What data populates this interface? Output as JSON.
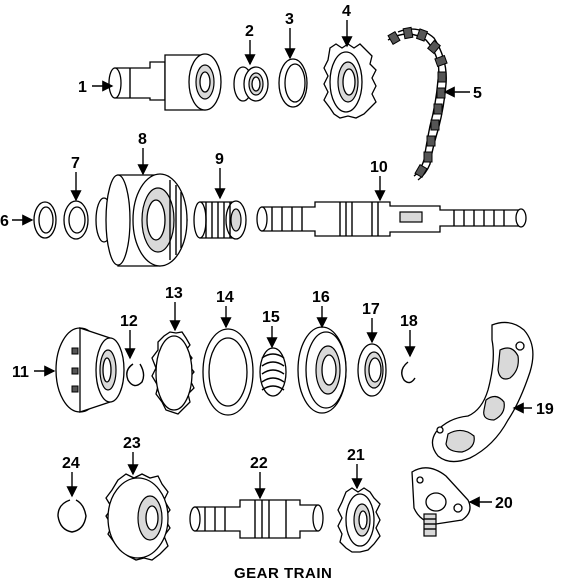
{
  "caption": "GEAR TRAIN",
  "callouts": [
    "1",
    "2",
    "3",
    "4",
    "5",
    "6",
    "7",
    "8",
    "9",
    "10",
    "11",
    "12",
    "13",
    "14",
    "15",
    "16",
    "17",
    "18",
    "19",
    "20",
    "21",
    "22",
    "23",
    "24"
  ]
}
